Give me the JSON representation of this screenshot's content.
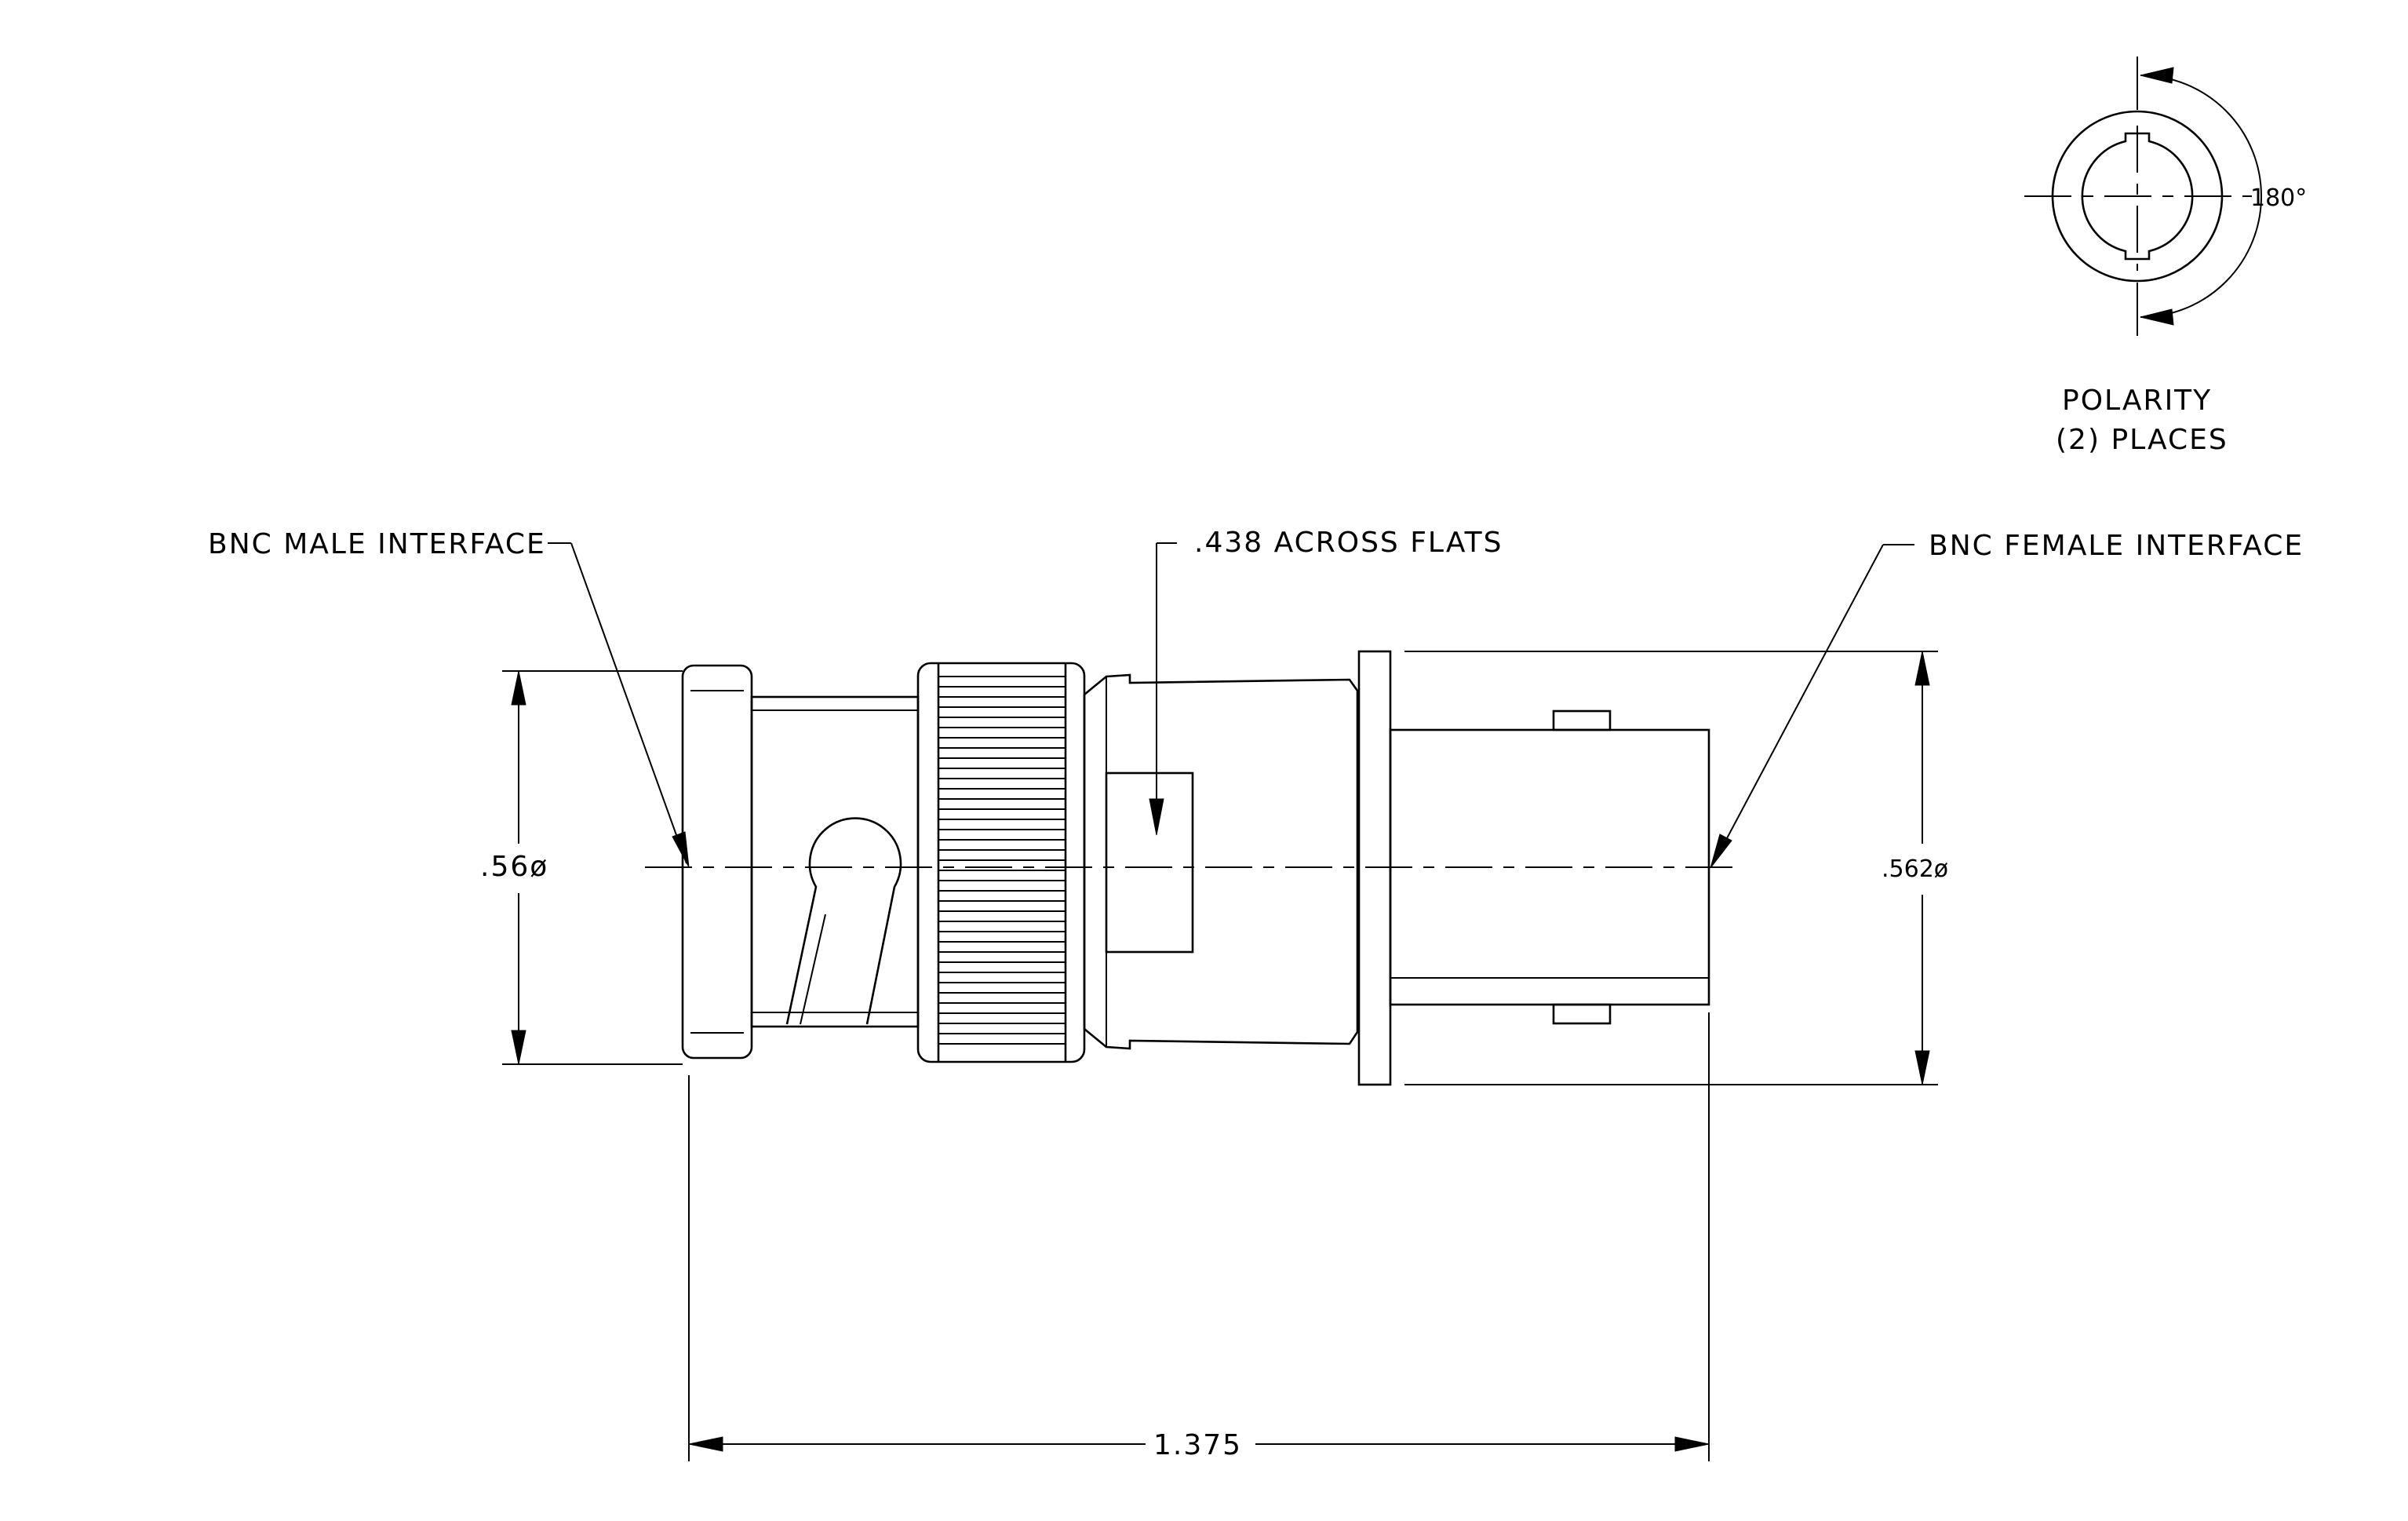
{
  "labels": {
    "polarity_line1": "POLARITY",
    "polarity_line2": "(2) PLACES",
    "angle": "180°",
    "male_interface": "BNC MALE INTERFACE",
    "across_flats": ".438 ACROSS FLATS",
    "female_interface": "BNC FEMALE INTERFACE",
    "dia_left": ".56ø",
    "dia_right": ".562ø",
    "overall_length": "1.375"
  }
}
